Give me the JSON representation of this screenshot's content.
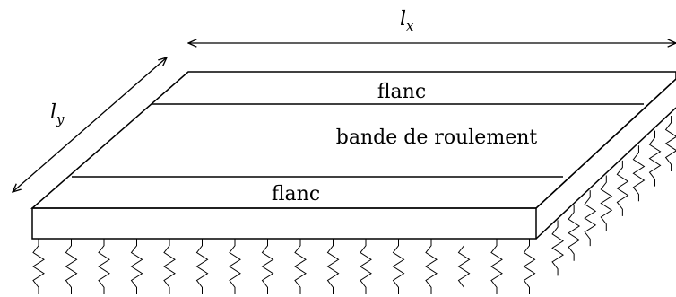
{
  "labels": {
    "lx_base": "l",
    "lx_sub": "x",
    "ly_base": "l",
    "ly_sub": "y",
    "flanc_top": "flanc",
    "tread": "bande de roulement",
    "flanc_bottom": "flanc"
  },
  "springs": {
    "front_count": 16,
    "side_count": 8
  }
}
